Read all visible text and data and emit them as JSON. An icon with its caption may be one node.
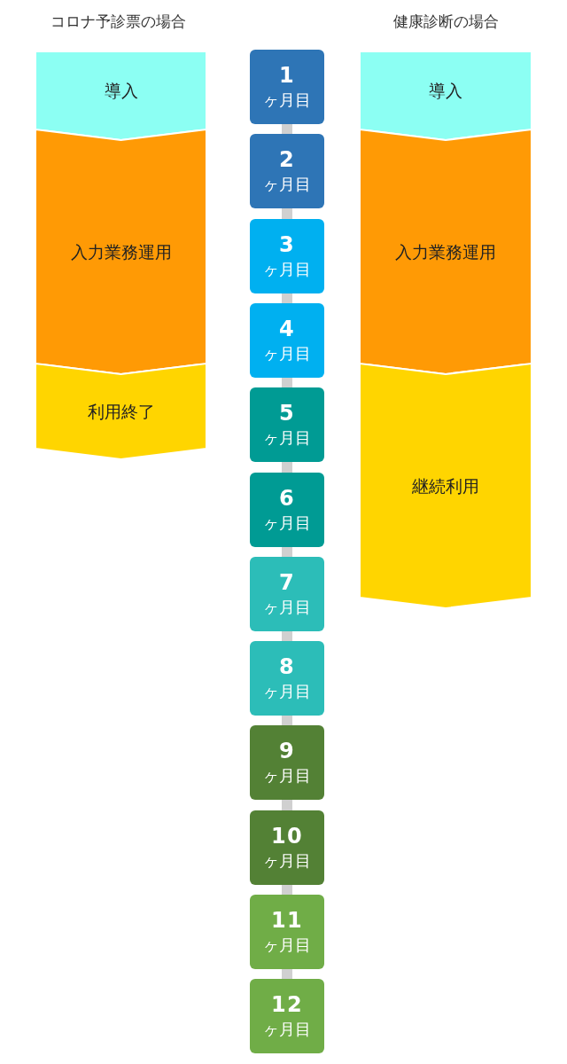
{
  "diagram": {
    "nodes": [
      {
        "text": [
          "導入"
        ]
      },
      {
        "text": [
          "入力業務運用"
        ]
      },
      {
        "text": [
          "利用終了"
        ]
      },
      {
        "text": [
          "1",
          "ヶ月目"
        ]
      },
      {
        "text": [
          "2",
          "ヶ月目"
        ]
      },
      {
        "text": [
          "3",
          "ヶ月目"
        ]
      },
      {
        "text": [
          "4",
          "ヶ月目"
        ]
      },
      {
        "text": [
          "5",
          "ヶ月目"
        ]
      },
      {
        "text": [
          "6",
          "ヶ月目"
        ]
      },
      {
        "text": [
          "7",
          "ヶ月目"
        ]
      },
      {
        "text": [
          "8",
          "ヶ月目"
        ]
      },
      {
        "text": [
          "9",
          "ヶ月目"
        ]
      },
      {
        "text": [
          "10",
          "ヶ月目"
        ]
      },
      {
        "text": [
          "11",
          "ヶ月目"
        ]
      },
      {
        "text": [
          "12",
          "ヶ月目"
        ]
      },
      {
        "text": [
          "導入"
        ]
      },
      {
        "text": [
          "入力業務運用"
        ]
      },
      {
        "text": [
          "継続利用"
        ]
      }
    ],
    "edges": [
      {
        "from": 3,
        "to": 4,
        "arrow": "none"
      },
      {
        "from": 4,
        "to": 5,
        "arrow": "none"
      },
      {
        "from": 5,
        "to": 6,
        "arrow": "none"
      },
      {
        "from": 6,
        "to": 7,
        "arrow": "none"
      },
      {
        "from": 7,
        "to": 8,
        "arrow": "none"
      },
      {
        "from": 8,
        "to": 9,
        "arrow": "none"
      },
      {
        "from": 9,
        "to": 10,
        "arrow": "none"
      },
      {
        "from": 10,
        "to": 11,
        "arrow": "none"
      },
      {
        "from": 11,
        "to": 12,
        "arrow": "none"
      },
      {
        "from": 12,
        "to": 13,
        "arrow": "none"
      },
      {
        "from": 13,
        "to": 14,
        "arrow": "none"
      }
    ],
    "labels": [
      "コロナ予診票の場合",
      "健康診断の場合"
    ]
  }
}
